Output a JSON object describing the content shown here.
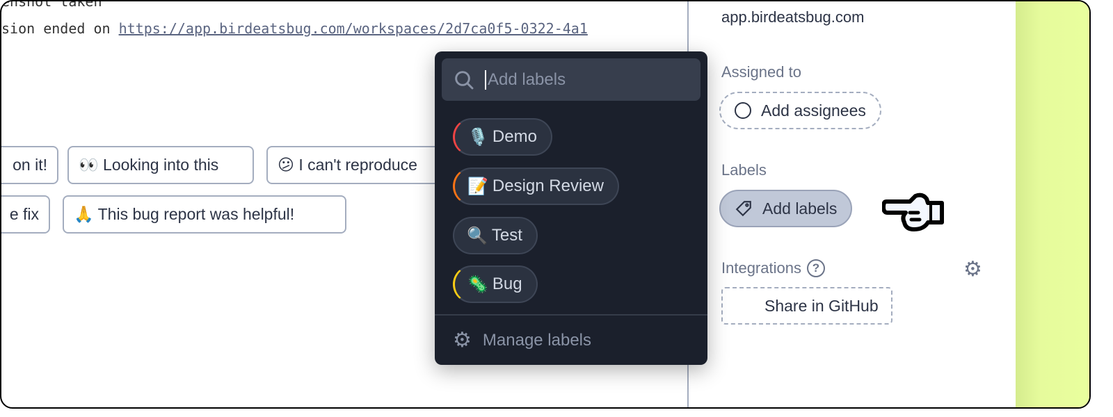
{
  "log": {
    "line1": "enshot taken",
    "line2_prefix": "sion ended on ",
    "line2_link": "https://app.birdeatsbug.com/workspaces/2d7ca0f5-0322-4a1"
  },
  "quick_replies": {
    "row1": [
      "on it!",
      "👀 Looking into this",
      "😕 I can't reproduce"
    ],
    "row2": [
      "e fix",
      "🙏 This bug report was helpful!"
    ]
  },
  "label_popup": {
    "search_placeholder": "Add labels",
    "labels": [
      {
        "emoji": "🎙️",
        "name": "Demo",
        "color": "#ef4444"
      },
      {
        "emoji": "📝",
        "name": "Design Review",
        "color": "#f97316"
      },
      {
        "emoji": "🔍",
        "name": "Test",
        "color": "#3e4656"
      },
      {
        "emoji": "🦠",
        "name": "Bug",
        "color": "#facc15"
      }
    ],
    "manage_label": "Manage labels"
  },
  "sidebar": {
    "domain": "app.birdeatsbug.com",
    "assigned_heading": "Assigned to",
    "add_assignees": "Add assignees",
    "labels_heading": "Labels",
    "add_labels": "Add labels",
    "integrations_heading": "Integrations",
    "share_github": "Share in GitHub"
  },
  "colors": {
    "accent_green": "#e6fb9c",
    "popup_bg": "#1b202c"
  }
}
